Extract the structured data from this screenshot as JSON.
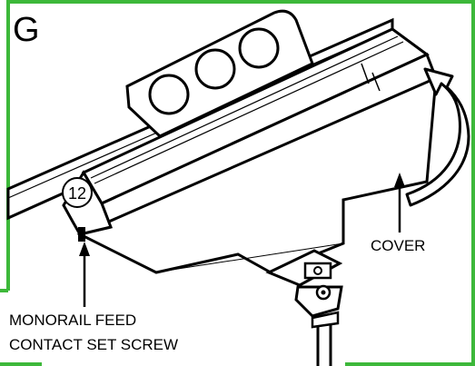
{
  "panel": {
    "letter": "G",
    "frame_color": "#3db83a"
  },
  "callouts": {
    "part_number": "12",
    "cover": "COVER",
    "set_screw_line1": "MONORAIL FEED",
    "set_screw_line2": "CONTACT SET SCREW"
  },
  "arrow": {
    "direction": "rotate-cover-upward"
  }
}
